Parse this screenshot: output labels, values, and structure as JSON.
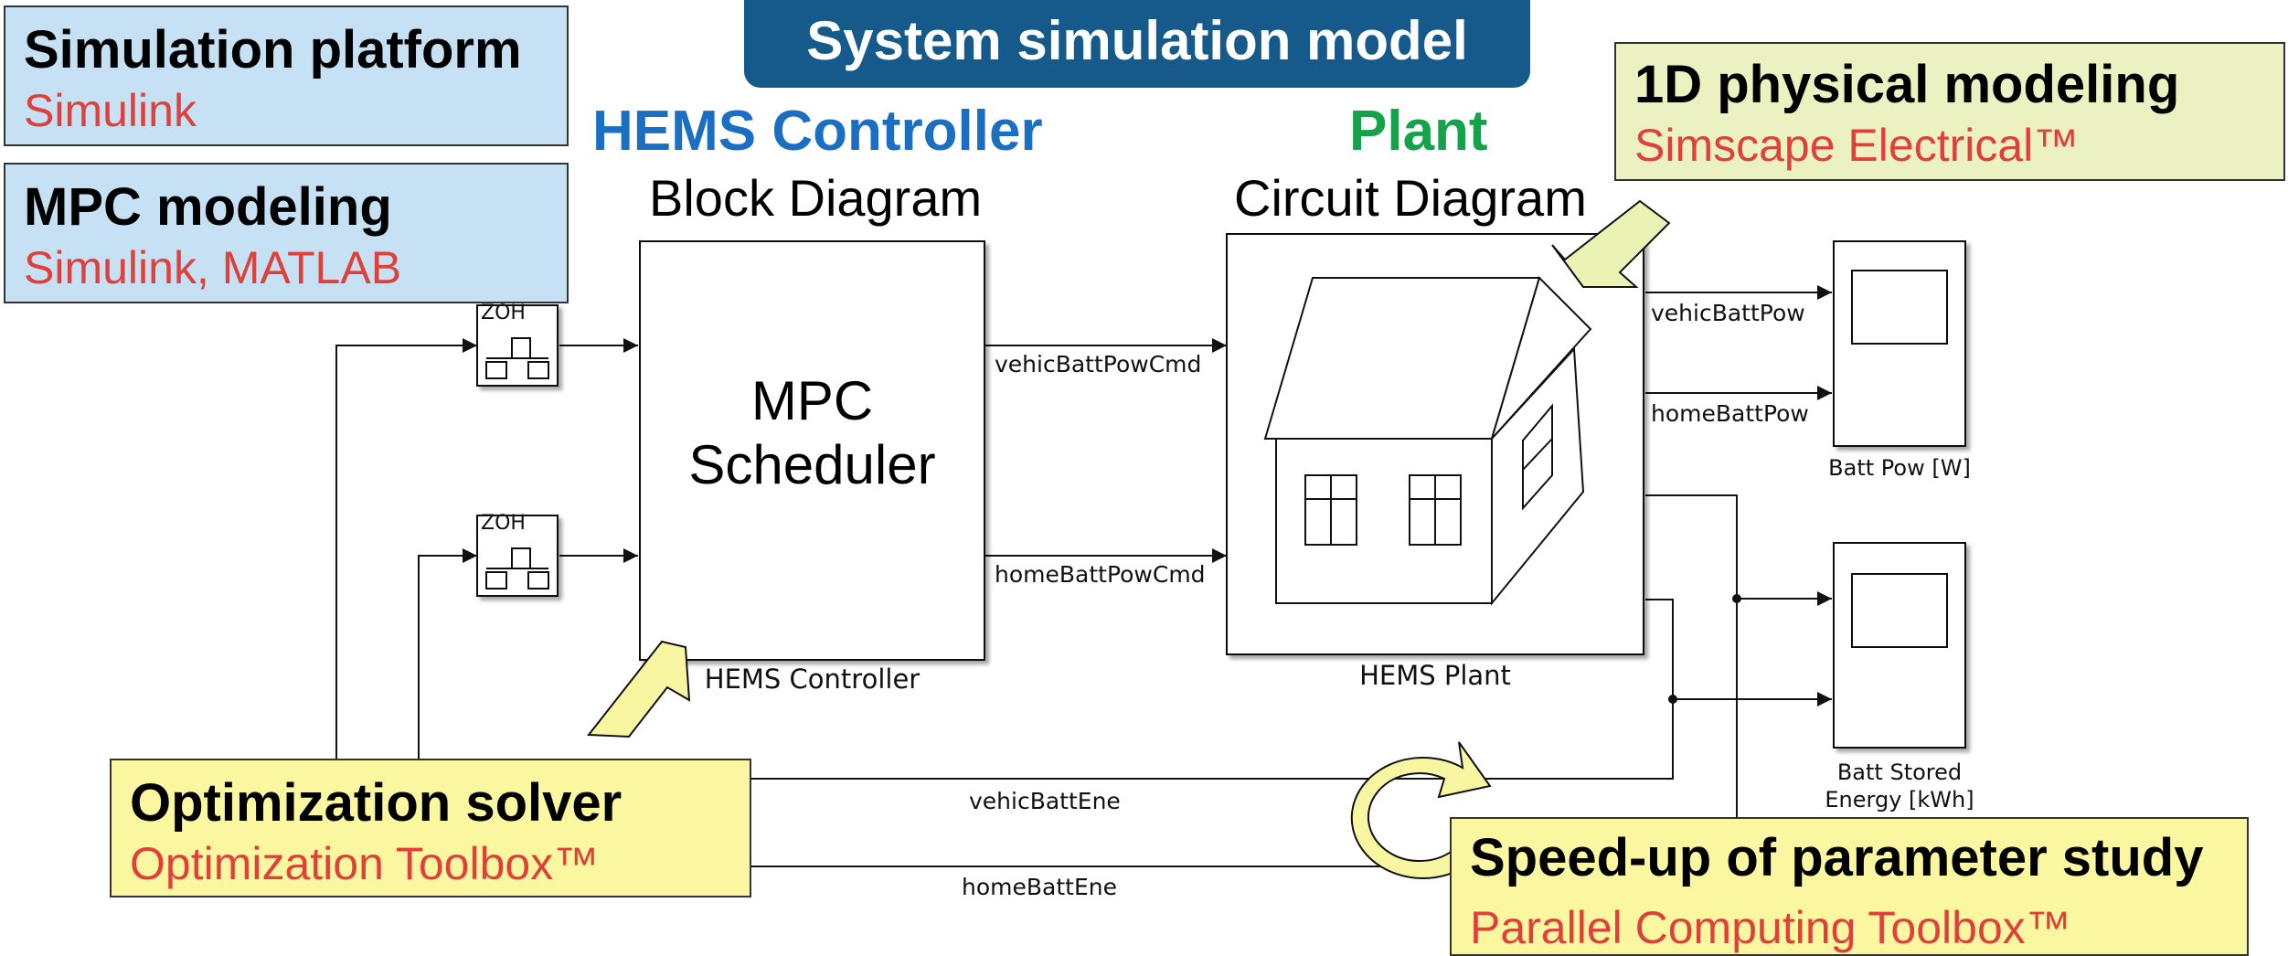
{
  "title": "System simulation model",
  "sections": {
    "controller": {
      "heading": "HEMS Controller",
      "sub": "Block Diagram",
      "color": "#1a6fc2"
    },
    "plant": {
      "heading": "Plant",
      "sub": "Circuit Diagram",
      "color": "#14a34a"
    }
  },
  "callouts": {
    "sim_platform": {
      "heading": "Simulation platform",
      "sub": "Simulink"
    },
    "mpc_modeling": {
      "heading": "MPC modeling",
      "sub": "Simulink, MATLAB"
    },
    "physical": {
      "heading": "1D physical modeling",
      "sub": "Simscape Electrical™"
    },
    "optimization": {
      "heading": "Optimization solver",
      "sub": "Optimization Toolbox™"
    },
    "speedup": {
      "heading": "Speed-up of parameter study",
      "sub": "Parallel Computing Toolbox™"
    }
  },
  "blocks": {
    "zoh_label": "ZOH",
    "mpc_line1": "MPC",
    "mpc_line2": "Scheduler",
    "controller_name": "HEMS Controller",
    "plant_name": "HEMS Plant",
    "scope1_name": "Batt Pow [W]",
    "scope2_line1": "Batt Stored",
    "scope2_line2": "Energy [kWh]"
  },
  "signals": {
    "vehic_cmd": "vehicBattPowCmd",
    "home_cmd": "homeBattPowCmd",
    "vehic_pow": "vehicBattPow",
    "home_pow": "homeBattPow",
    "vehic_ene": "vehicBattEne",
    "home_ene": "homeBattEne"
  },
  "colors": {
    "title_bg": "#155a8a",
    "callout_text": "#e0403a",
    "arrow_fill": "#f8f6a0"
  }
}
